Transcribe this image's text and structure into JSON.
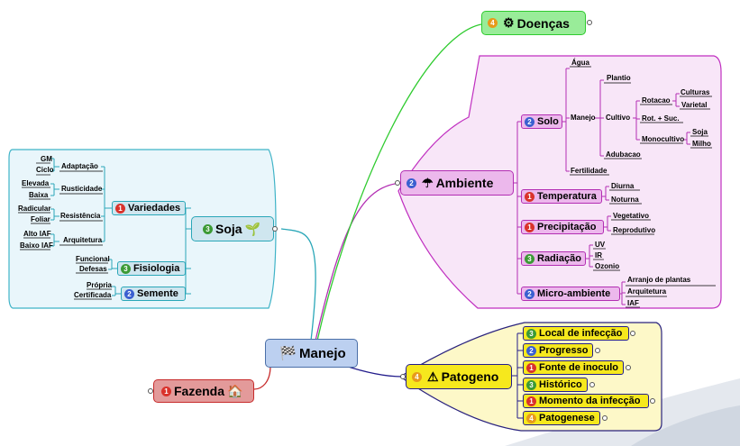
{
  "central": {
    "label": "Manejo",
    "icon": "checkered-flag-icon"
  },
  "colors": {
    "soja": "#2aa7b8",
    "ambiente": "#b32eb3",
    "patogeno": "#231d8c",
    "doencas": "#2fcb2f",
    "fazenda": "#c72b2b"
  },
  "doencas": {
    "label": "Doenças",
    "icon": "gears-icon",
    "priority": "4"
  },
  "fazenda": {
    "label": "Fazenda",
    "icon": "house-icon",
    "priority": "1"
  },
  "soja": {
    "label": "Soja",
    "icon": "seedling-icon",
    "priority": "3",
    "variedades": {
      "label": "Variedades",
      "priority": "1",
      "adaptacao": {
        "label": "Adaptação",
        "items": [
          "GM",
          "Ciclo"
        ]
      },
      "rusticidade": {
        "label": "Rusticidade",
        "items": [
          "Elevada",
          "Baixa"
        ]
      },
      "resistencia": {
        "label": "Resistência",
        "items": [
          "Radicular",
          "Foliar"
        ]
      },
      "arquitetura": {
        "label": "Arquitetura",
        "items": [
          "Alto IAF",
          "Baixo IAF"
        ]
      }
    },
    "fisiologia": {
      "label": "Fisiologia",
      "priority": "3",
      "items": [
        "Funcional",
        "Defesas"
      ]
    },
    "semente": {
      "label": "Semente",
      "priority": "2",
      "items": [
        "Própria",
        "Certificada"
      ]
    }
  },
  "ambiente": {
    "label": "Ambiente",
    "icon": "umbrella-icon",
    "priority": "2",
    "solo": {
      "label": "Solo",
      "priority": "2",
      "agua": "Água",
      "fertilidade": "Fertilidade",
      "manejo": {
        "label": "Manejo",
        "plantio": "Plantio",
        "adubacao": "Adubacao",
        "cultivo": {
          "label": "Cultivo",
          "rotacao": {
            "label": "Rotacao",
            "items": [
              "Culturas",
              "Varietal"
            ]
          },
          "rotsuc": "Rot. + Suc.",
          "monocultivo": {
            "label": "Monocultivo",
            "items": [
              "Soja",
              "Milho"
            ]
          }
        }
      }
    },
    "temperatura": {
      "label": "Temperatura",
      "priority": "1",
      "items": [
        "Diurna",
        "Noturna"
      ]
    },
    "precipitacao": {
      "label": "Precipitação",
      "priority": "1",
      "items": [
        "Vegetativo",
        "Reprodutivo"
      ]
    },
    "radiacao": {
      "label": "Radiação",
      "priority": "3",
      "items": [
        "UV",
        "IR",
        "Ozonio"
      ]
    },
    "microambiente": {
      "label": "Micro-ambiente",
      "priority": "2",
      "items": [
        "Arranjo de plantas",
        "Arquitetura",
        "IAF"
      ]
    }
  },
  "patogeno": {
    "label": "Patogeno",
    "icon": "warning-icon",
    "priority": "4",
    "items": [
      {
        "label": "Local de infecção",
        "priority": "3"
      },
      {
        "label": "Progresso",
        "priority": "2"
      },
      {
        "label": "Fonte de inoculo",
        "priority": "1"
      },
      {
        "label": "Histórico",
        "priority": "3"
      },
      {
        "label": "Momento da infecção",
        "priority": "1"
      },
      {
        "label": "Patogenese",
        "priority": "4"
      }
    ]
  }
}
